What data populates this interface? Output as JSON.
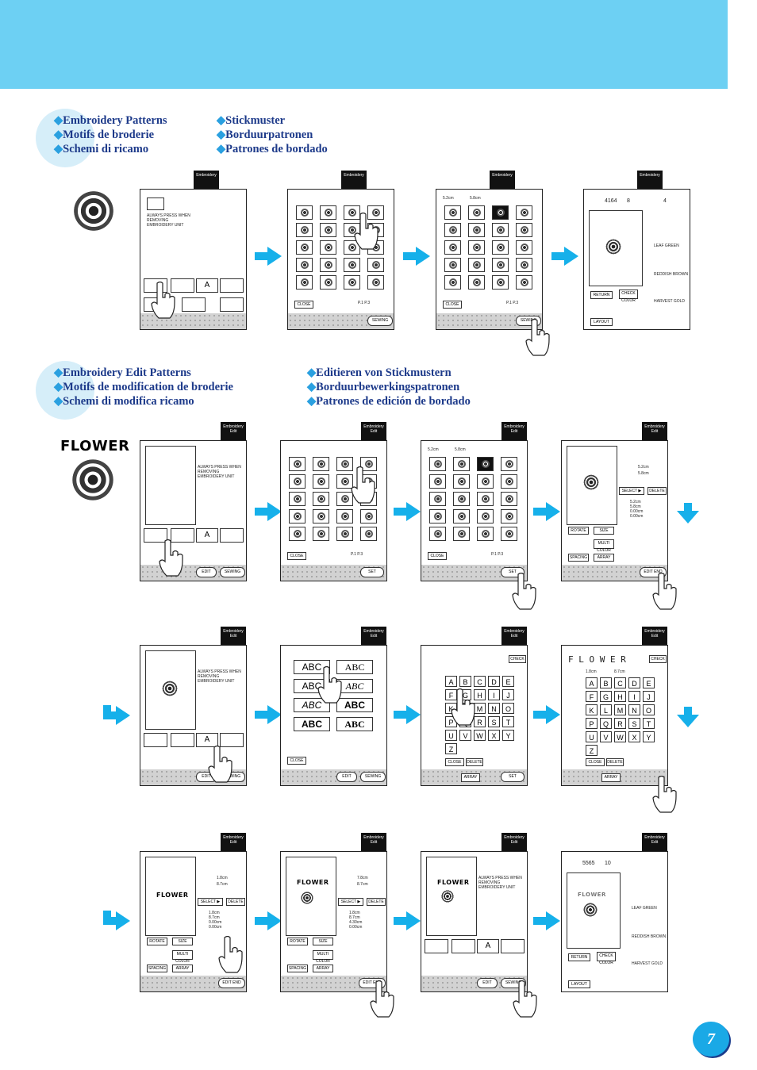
{
  "section1": {
    "headings_col1": [
      "Embroidery Patterns",
      "Motifs de broderie",
      "Schemi di ricamo"
    ],
    "headings_col2": [
      "Stickmuster",
      "Borduurpatronen",
      "Patrones de bordado"
    ]
  },
  "section2": {
    "headings_col1": [
      "Embroidery Edit Patterns",
      "Motifs de modification de broderie",
      "Schemi di modifica ricamo"
    ],
    "headings_col2": [
      "Editieren von Stickmustern",
      "Borduurbewerkingspatronen",
      "Patrones de edición de bordado"
    ]
  },
  "tags": {
    "embroidery": "Embroidery",
    "embroidery_edit": "Embroidery Edit"
  },
  "screen_text": {
    "always_press": "ALWAYS PRESS WHEN REMOVING EMBROIDERY UNIT",
    "close": "CLOSE",
    "sewing": "SEWING",
    "set": "SET",
    "edit": "EDIT",
    "edit_end": "EDIT END",
    "return": "RETURN",
    "check_color": "CHECK COLOR",
    "layout": "LAYOUT",
    "check": "CHECK",
    "delete": "DELETE",
    "select": "SELECT ▶",
    "rotate": "ROTATE",
    "size": "SIZE",
    "multi_color": "MULTI COLOR",
    "spacing": "SPACING",
    "array": "ARRAY",
    "page": "P.1 P.3",
    "dim_a": "5.2cm",
    "dim_b": "5.8cm",
    "dim_c": "1.8cm",
    "dim_d": "8.7cm",
    "dim_e": "7.8cm",
    "offset_zero": "0.00cm",
    "offset_y": "4.30cm",
    "stitch_count_1": "4164",
    "stitch_count_2": "5565",
    "time_1": "8",
    "time_2": "10",
    "color_count": "4",
    "colors": [
      "LEAF GREEN",
      "REDDISH BROWN",
      "HARVEST GOLD"
    ],
    "flower_word": "FLOWER",
    "flower_spaced": "F L O W E R"
  },
  "flower_label": "FLOWER",
  "page_number": "7"
}
